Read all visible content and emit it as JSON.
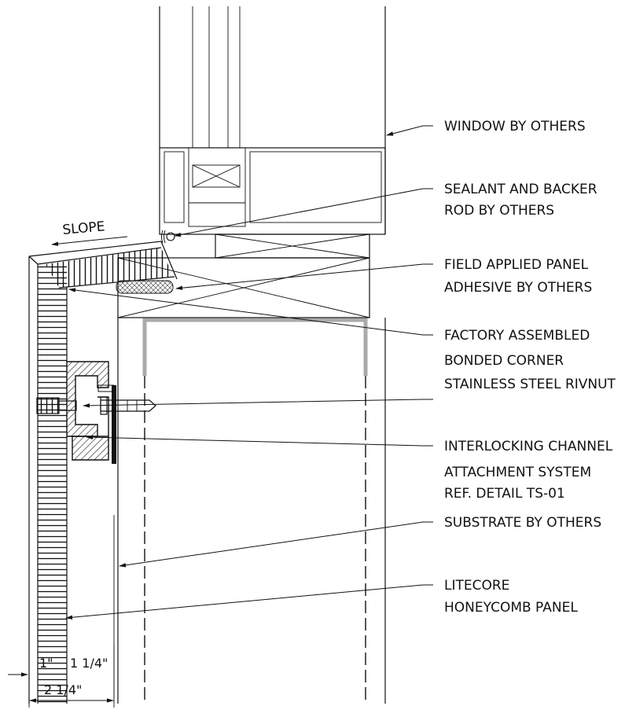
{
  "drawing": {
    "slope_label": "SLOPE",
    "callouts": {
      "window": [
        "WINDOW BY OTHERS"
      ],
      "sealant": [
        "SEALANT AND BACKER",
        "ROD BY OTHERS"
      ],
      "adhesive": [
        "FIELD APPLIED PANEL",
        "ADHESIVE BY OTHERS"
      ],
      "factory": [
        "FACTORY ASSEMBLED",
        "BONDED CORNER"
      ],
      "rivnut": [
        "STAINLESS STEEL RIVNUT"
      ],
      "channel": [
        "INTERLOCKING CHANNEL",
        "ATTACHMENT SYSTEM",
        "REF. DETAIL TS-01"
      ],
      "substrate": [
        "SUBSTRATE BY OTHERS"
      ],
      "panel": [
        "LITECORE",
        "HONEYCOMB PANEL"
      ]
    },
    "dimensions": {
      "panel": "1\"",
      "gap": "1 1/4\"",
      "total": "2 1/4\""
    }
  }
}
